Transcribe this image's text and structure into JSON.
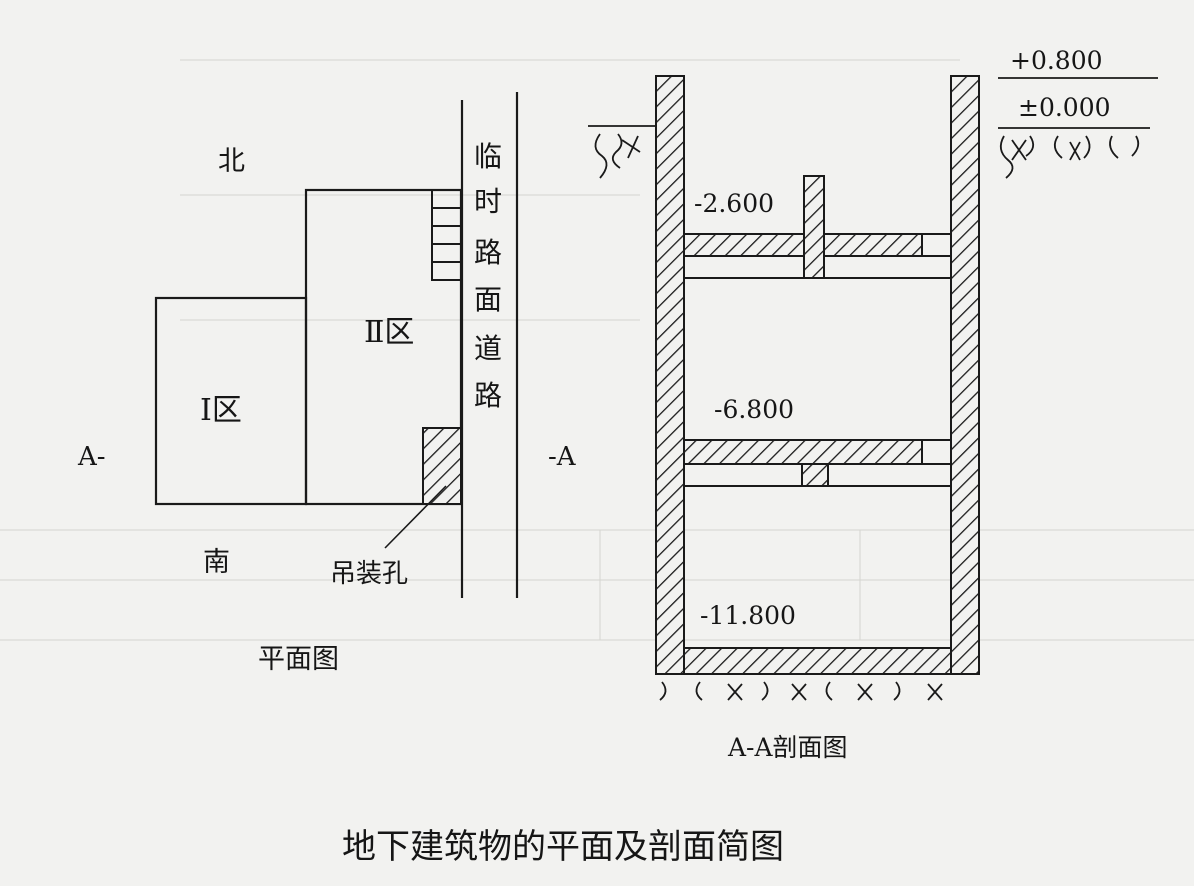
{
  "plan": {
    "north_label": "北",
    "south_label": "南",
    "zone1_label": "Ⅰ区",
    "zone2_label": "Ⅱ区",
    "road_label": [
      "临",
      "时",
      "路",
      "面",
      "道",
      "路"
    ],
    "hoist_hole_label": "吊装孔",
    "section_mark_left": "A-",
    "section_mark_right": "-A",
    "caption": "平面图"
  },
  "section": {
    "elev_top": "+0.800",
    "elev_ground": "±0.000",
    "elev_floor1": "-2.600",
    "elev_floor2": "-6.800",
    "elev_bottom": "-11.800",
    "caption": "A-A剖面图"
  },
  "figure_title": "地下建筑物的平面及剖面简图"
}
